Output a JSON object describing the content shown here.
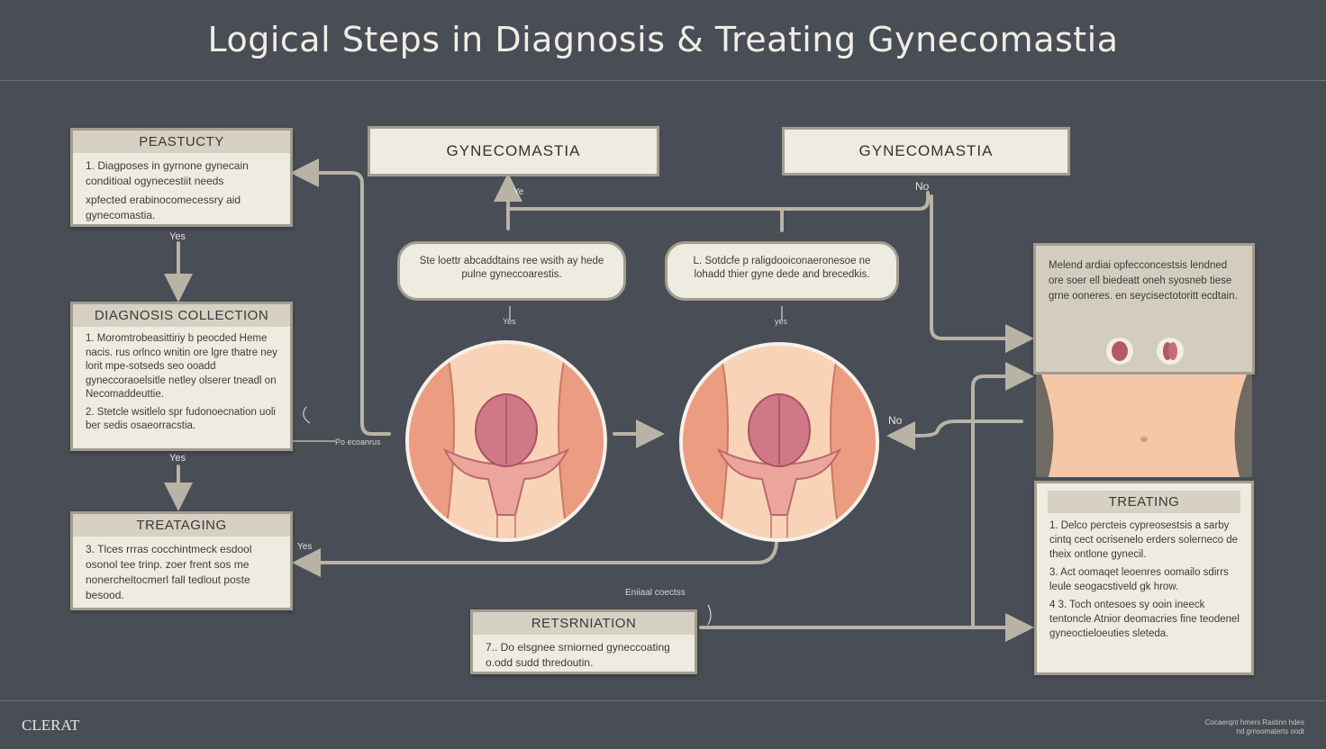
{
  "title": "Logical Steps in Diagnosis & Treating Gynecomastia",
  "left_column": {
    "box1": {
      "title": "PEASTUCTY",
      "lines": [
        "1.  Diagposes in gyrnone gynecain conditioal ogynecestiit needs",
        "xpfected erabinocomecessry aid gynecomastia."
      ]
    },
    "box2": {
      "title": "DIAGNOSIS COLLECTION",
      "lines": [
        "1.  Moromtrobeasittiriy b peocded Heme nacis. rus orlnco wnitin ore lgre thatre ney lorit mpe-sotseds seo ooadd gyneccoraoelsitle netley olserer tneadl on Necomaddeuttie.",
        "2.  Stetcle wsitlelo spr fudonoecnation uoli ber sedis osaeorracstia."
      ]
    },
    "box3": {
      "title": "TREATAGING",
      "lines": [
        "3.  Tlces rrras cocchintmeck esdool osonol tee trinp. zoer frent sos me nonercheltocmerl fall tedlout poste besood."
      ]
    }
  },
  "top_headers": {
    "left": "GYNECOMASTIA",
    "right": "GYNECOMASTIA"
  },
  "pills": {
    "left": "Ste loettr abcaddtains ree wsith ay hede pulne gyneccoarestis.",
    "right": "L.  Sotdcfe p raligdooiconaeronesoe ne lohadd thier gyne dede and brecedkis."
  },
  "right_column": {
    "top_box": "Melend ardiai opfecconcestsis lendned ore soer ell biedeatt oneh syosneb tiese grne ooneres. en seycisectotoritt ecdtain.",
    "treat_box": {
      "title": "TREATING",
      "lines": [
        "1.  Delco percteis cypreosestsis a sarby cintq cect ocrisenelo erders solerneco de theix ontlone gynecil.",
        "3.  Act oomaqet leoenres oomailo sdirrs leule seogacstiveld gk hrow.",
        "4  3.  Toch ontesoes sy ooin ineeck tentoncle Atnior deomacries fine teodenel gyneoctieloeuties sleteda."
      ]
    }
  },
  "bottom_box": {
    "title": "RETSRNIATION",
    "lines": [
      "7..  Do elsgnee srniorned gyneccoating o.odd sudd thredoutin."
    ]
  },
  "labels": {
    "yes1": "Yes",
    "yes2": "Yes",
    "yes_right": "Yes",
    "yes_top": "Ye",
    "no_top": "No",
    "no_right": "No",
    "po_comp": "Po ecoanrus",
    "center_small": "Eniiaal coectss",
    "yes_tiny1": "Yes",
    "yes_tiny2": "yes"
  },
  "footer": {
    "logo": "CLERAT",
    "note": "Cocaerqnt hmers Rastinn hdes nd grnsomaterts oodt"
  },
  "colors": {
    "background": "#484d56",
    "panel": "#eeebe1",
    "panel_border": "#a39d8f",
    "connector": "#b9b3a6",
    "skin": "#f7c9ac",
    "tissue": "#c76f7d"
  }
}
